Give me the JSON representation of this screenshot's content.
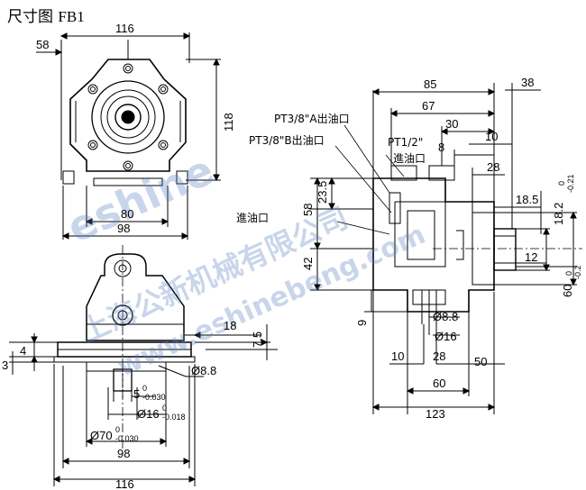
{
  "title": {
    "cn": "尺寸图",
    "en": "FB1"
  },
  "top_view": {
    "dims": {
      "d58": "58",
      "d116": "116",
      "d118": "118",
      "d80": "80",
      "d98": "98"
    }
  },
  "front_view": {
    "dims": {
      "d4": "4",
      "d3": "3",
      "d18": "18",
      "d7_5": "7.5",
      "phi8_8": "Ø8.8",
      "d5": "5",
      "d5_tol": "-0.030",
      "phi16": "Ø16",
      "phi16_tol": "-0.018",
      "phi70": "Ø70",
      "phi70_tol": "-0.030",
      "tol_zero": "0",
      "d98": "98",
      "d116": "116"
    }
  },
  "side_view": {
    "labels": {
      "port_a": "PT3/8\"A出油口",
      "port_b": "PT3/8\"B出油口",
      "port_in": "PT1/2\"",
      "port_in_cn": "進油口",
      "inlet_left": "進油口"
    },
    "dims": {
      "d85": "85",
      "d38": "38",
      "d67": "67",
      "d30": "30",
      "d10": "10",
      "d8": "8",
      "d28": "28",
      "d58": "58",
      "d23_5": "23.5",
      "d42": "42",
      "d18_5": "18.5",
      "d18_2": "18.2",
      "d18_2_tol": "-0.21",
      "d12": "12",
      "d60": "60",
      "d60_tol": "-0.2",
      "tol_zero": "0",
      "d9": "9",
      "phi8_8": "Ø8.8",
      "phi16": "Ø16",
      "b10": "10",
      "b28": "28",
      "b50": "50",
      "b60": "60",
      "b123": "123"
    }
  },
  "watermark": {
    "brand": "eshine",
    "cn": "上海公新机械有限公司",
    "url": "www.eshinebeng.com"
  }
}
